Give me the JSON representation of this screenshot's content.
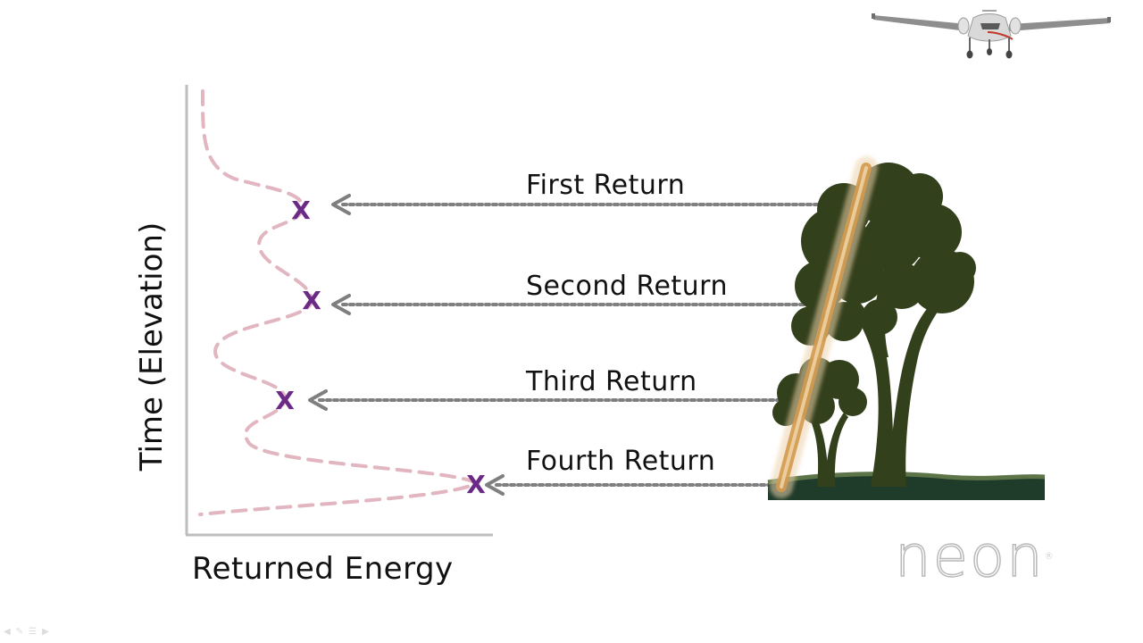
{
  "axes": {
    "y_label": "Time (Elevation)",
    "x_label": "Returned Energy"
  },
  "returns": [
    {
      "label": "First Return"
    },
    {
      "label": "Second Return"
    },
    {
      "label": "Third Return"
    },
    {
      "label": "Fourth Return"
    }
  ],
  "marker_glyph": "X",
  "logo": {
    "text": "neon",
    "mark": "®"
  },
  "icons": {
    "aircraft": "airplane-icon",
    "trees": "tree-icon",
    "laser": "lidar-beam"
  },
  "colors": {
    "waveform": "#e2b6c0",
    "marker": "#6a2a86",
    "arrow": "#7f7f7f",
    "axis": "#bdbdbd",
    "foliage": "#33401c",
    "ground": "#1f3b2a",
    "beam": "#e0b070"
  }
}
